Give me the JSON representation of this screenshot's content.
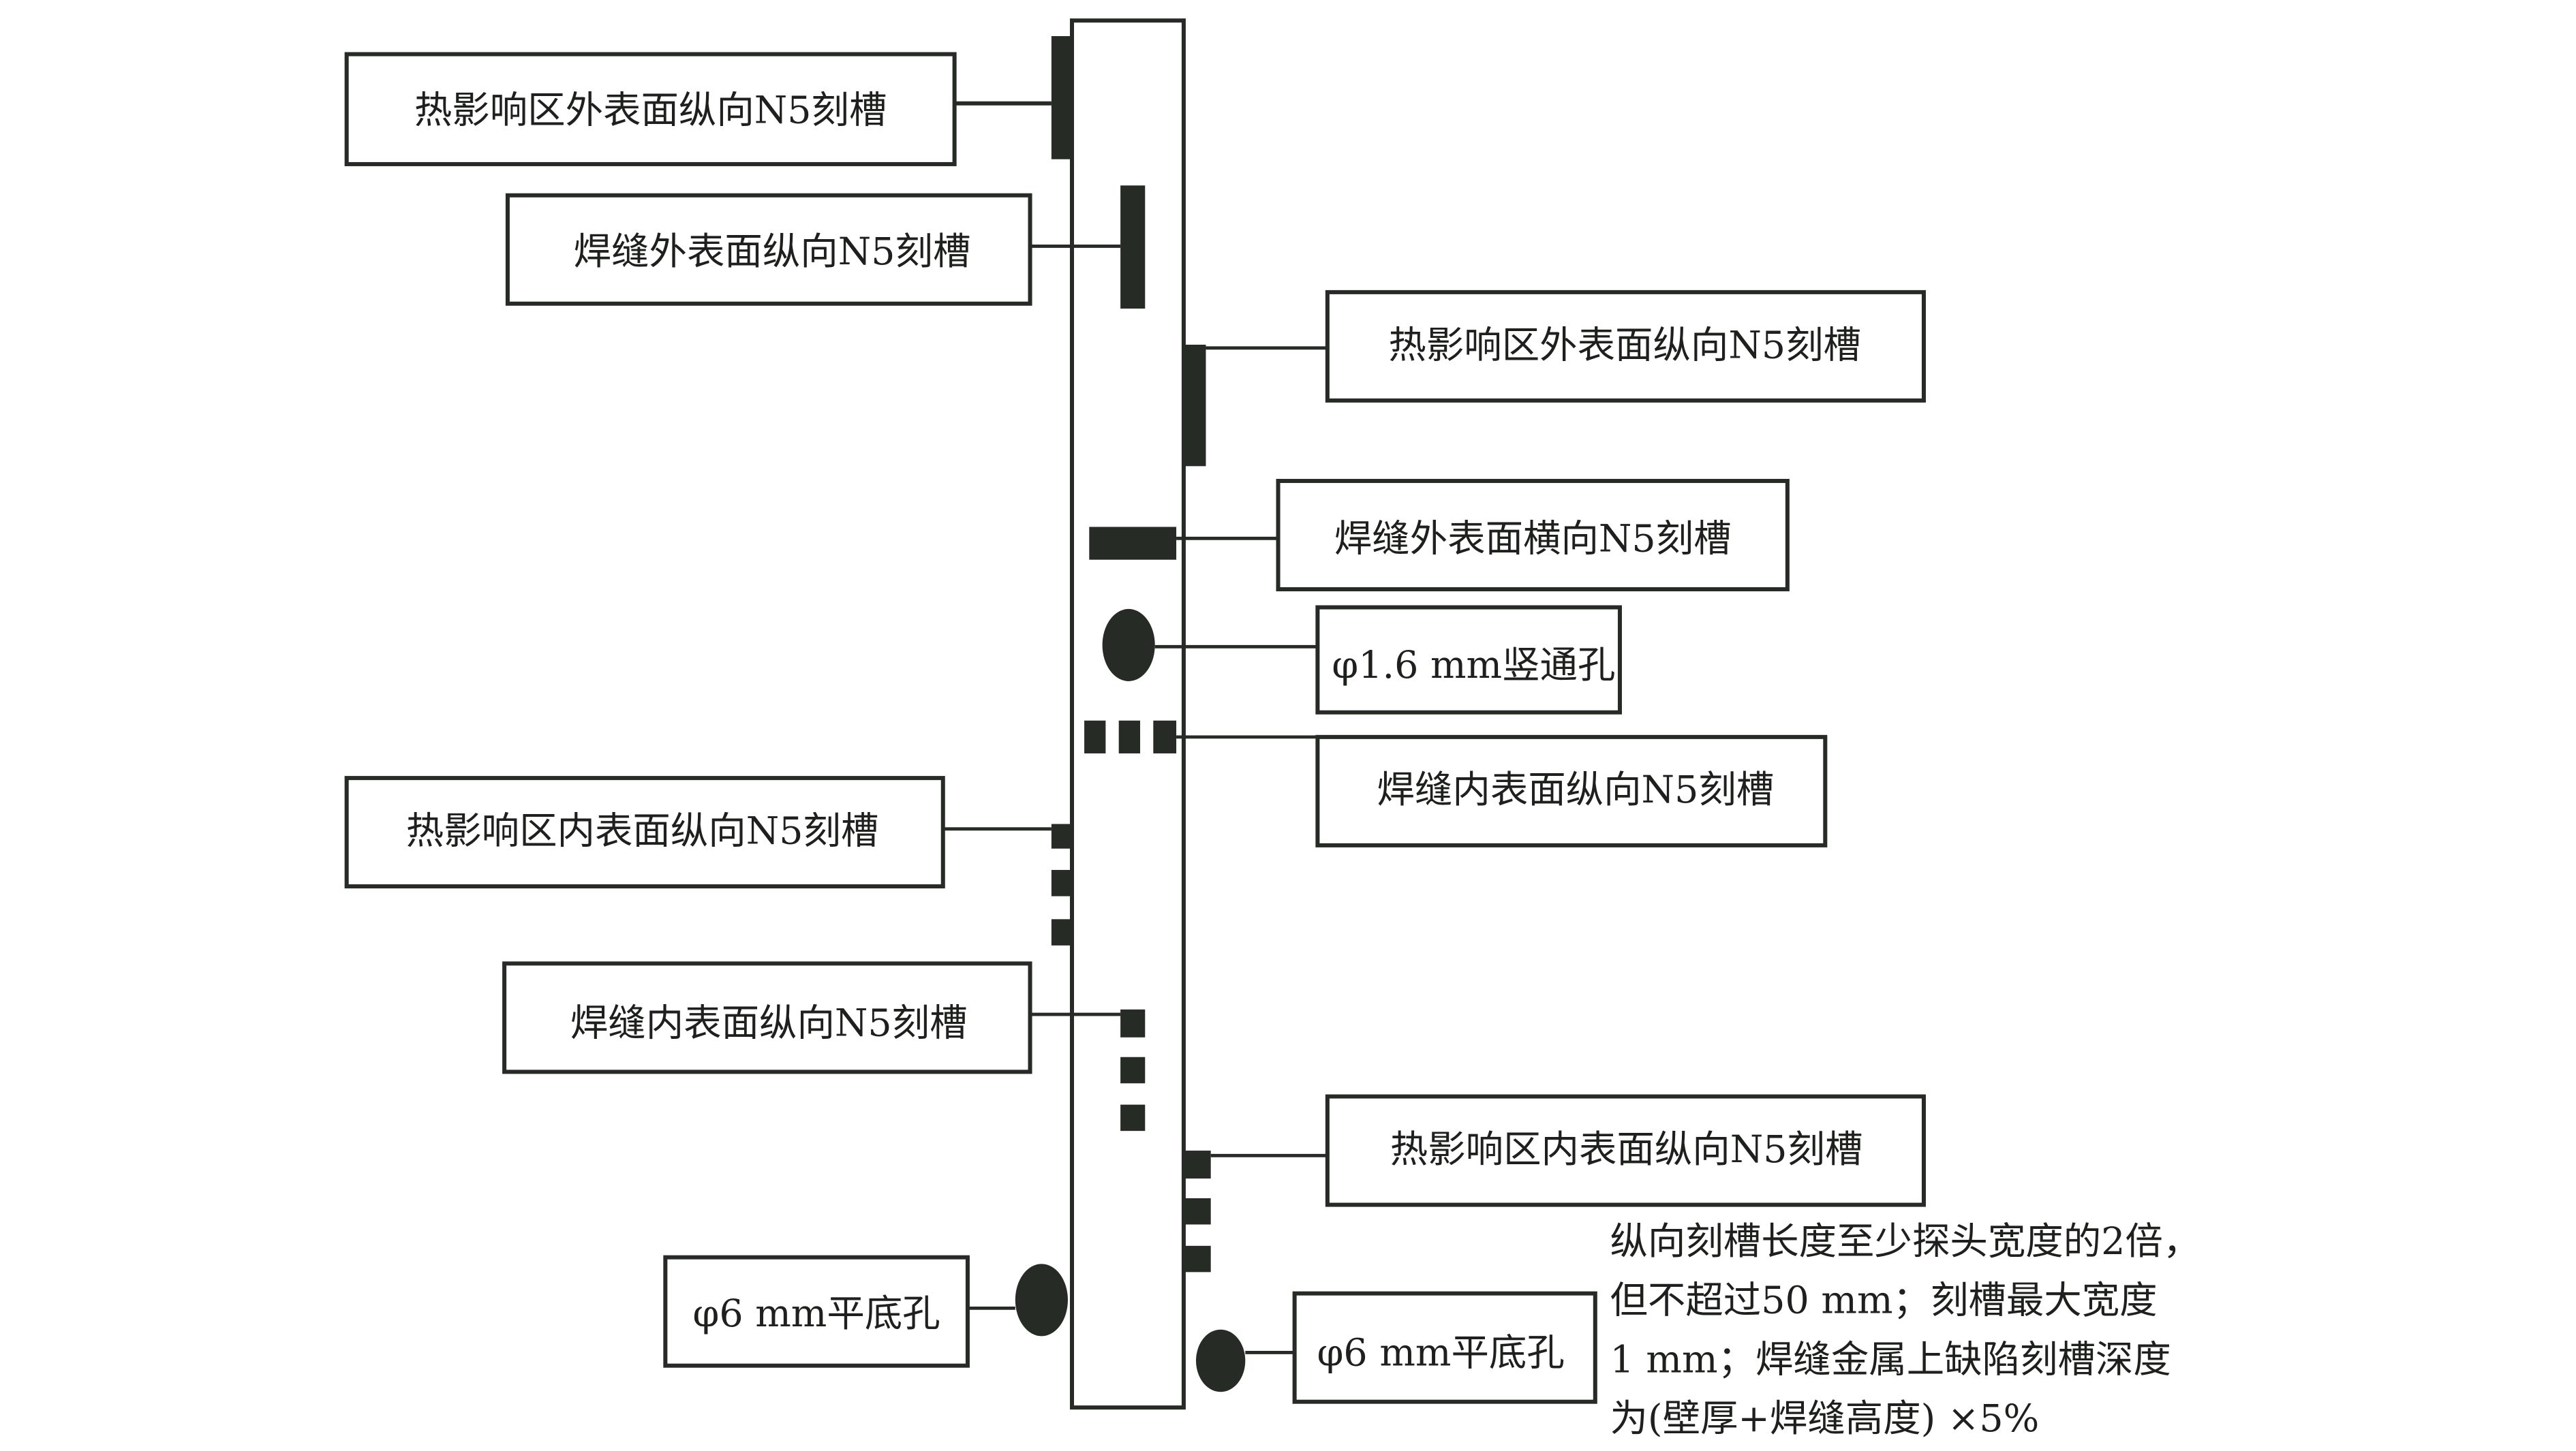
{
  "diagram": {
    "title": "",
    "labels": {
      "haz_outer_longitudinal_left": "热影响区外表面纵向N5刻槽",
      "weld_outer_longitudinal_left": "焊缝外表面纵向N5刻槽",
      "haz_outer_longitudinal_right": "热影响区外表面纵向N5刻槽",
      "weld_outer_transverse_right": "焊缝外表面横向N5刻槽",
      "through_hole_right": "φ1.6 mm竖通孔",
      "weld_inner_longitudinal_right": "焊缝内表面纵向N5刻槽",
      "haz_inner_longitudinal_left": "热影响区内表面纵向N5刻槽",
      "weld_inner_longitudinal_left": "焊缝内表面纵向N5刻槽",
      "haz_inner_longitudinal_right": "热影响区内表面纵向N5刻槽",
      "flat_bottom_hole_left": "φ6 mm平底孔",
      "flat_bottom_hole_right": "φ6 mm平底孔"
    },
    "note_lines": [
      "纵向刻槽长度至少探头宽度的2倍，",
      "但不超过50 mm；刻槽最大宽度",
      "1 mm；焊缝金属上缺陷刻槽深度",
      "为(壁厚+焊缝高度) ×5%"
    ],
    "colors": {
      "ink": "#272b26",
      "background": "#ffffff"
    }
  }
}
